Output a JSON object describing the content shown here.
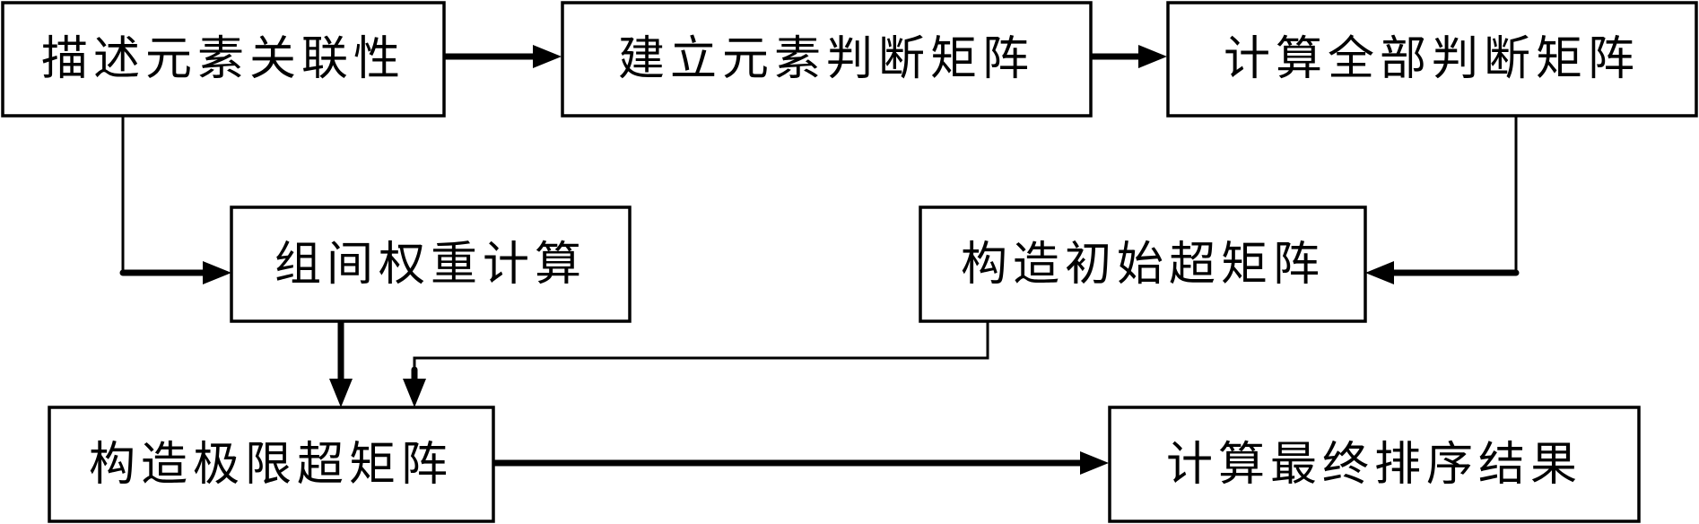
{
  "nodes": {
    "describe_relevance": "描述元素关联性",
    "build_element_matrix": "建立元素判断矩阵",
    "compute_all_matrices": "计算全部判断矩阵",
    "group_weight": "组间权重计算",
    "initial_supermatrix": "构造初始超矩阵",
    "limit_supermatrix": "构造极限超矩阵",
    "final_ranking": "计算最终排序结果"
  }
}
